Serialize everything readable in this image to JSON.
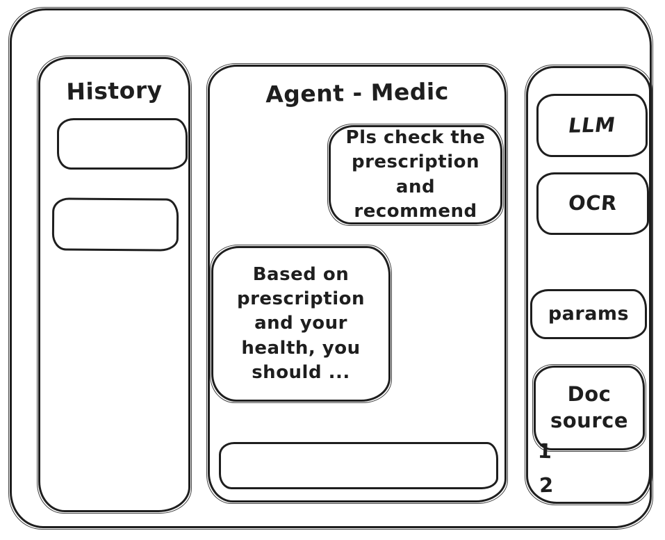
{
  "history_panel": {
    "title": "History",
    "items": [
      {
        "label": ""
      },
      {
        "label": ""
      }
    ]
  },
  "chat_panel": {
    "title": "Agent - Medic",
    "messages": [
      {
        "role": "user",
        "text": "Pls check the prescription and recommend"
      },
      {
        "role": "assistant",
        "text": "Based on prescription and your health, you should ..."
      }
    ],
    "input": {
      "value": "",
      "placeholder": ""
    }
  },
  "tools_panel": {
    "buttons": [
      {
        "label": "LLM"
      },
      {
        "label": "OCR"
      },
      {
        "label": "params"
      },
      {
        "label": "Doc source"
      }
    ],
    "doc_sources": [
      {
        "label": "1"
      },
      {
        "label": "2"
      }
    ]
  },
  "colors": {
    "stroke": "#1e1e1e",
    "background": "#ffffff"
  }
}
